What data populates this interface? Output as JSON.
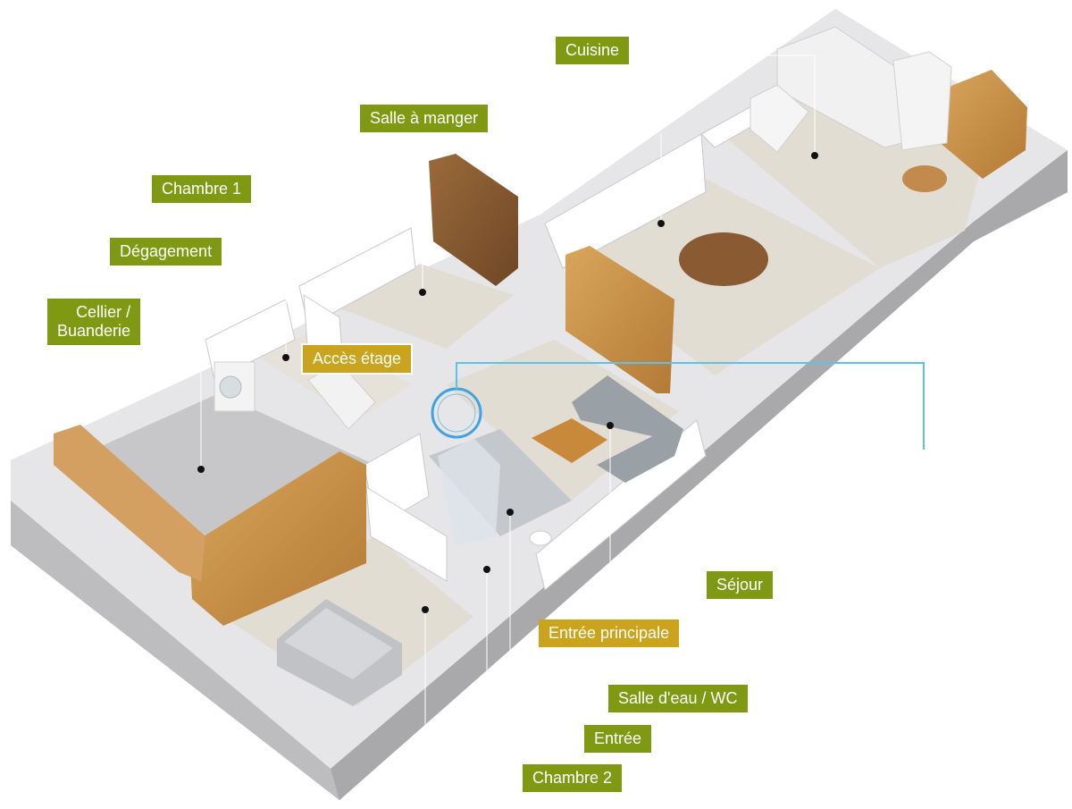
{
  "plan": {
    "colors": {
      "room_label_bg": "#7f9a12",
      "access_label_bg": "#c9a41c",
      "highlight_ring": "#3fa3e0",
      "wall": "#d7d7d9",
      "floor": "#e2ddd3"
    },
    "labels": {
      "cuisine": "Cuisine",
      "salle_a_manger": "Salle à manger",
      "chambre_1": "Chambre 1",
      "degagement": "Dégagement",
      "cellier_line1": "Cellier /",
      "cellier_line2": "Buanderie",
      "acces_etage": "Accès étage",
      "sejour": "Séjour",
      "entree_principale": "Entrée principale",
      "salle_eau": "Salle d'eau / WC",
      "entree": "Entrée",
      "chambre_2": "Chambre 2"
    },
    "icons": {
      "highlight": "access-marker-ring-icon"
    }
  }
}
